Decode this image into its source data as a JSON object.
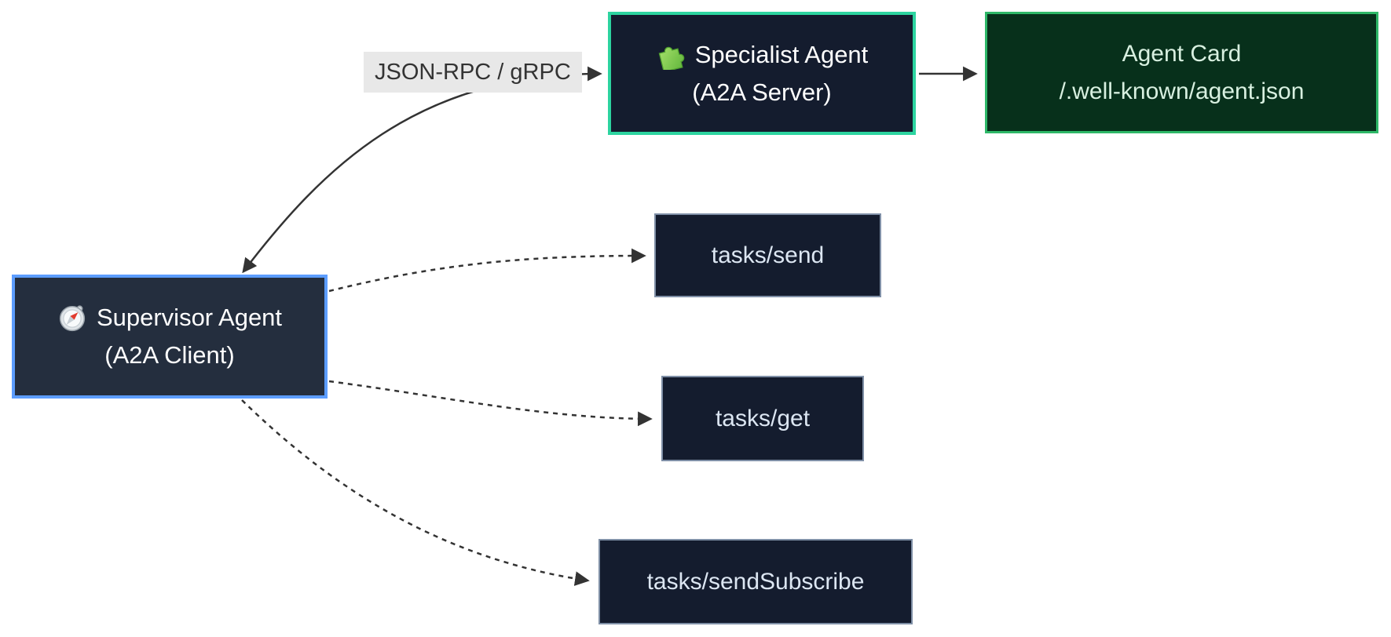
{
  "diagram": {
    "background": "#ffffff",
    "edge_color": "#333333",
    "nodes": {
      "supervisor": {
        "title": "Supervisor Agent",
        "subtitle": "(A2A Client)",
        "icon": "compass-icon",
        "fill": "#242e3e",
        "border_color": "#5c9dff",
        "text_color": "#ffffff"
      },
      "specialist": {
        "title": "Specialist Agent",
        "subtitle": "(A2A Server)",
        "icon": "puzzle-icon",
        "fill": "#141c2e",
        "border_color": "#2dd4a0",
        "text_color": "#ffffff"
      },
      "agent_card": {
        "line1": "Agent Card",
        "line2": "/.well-known/agent.json",
        "fill": "#07301b",
        "border_color": "#2eb868",
        "text_color": "#d8f0e0"
      },
      "tasks_send": {
        "label": "tasks/send"
      },
      "tasks_get": {
        "label": "tasks/get"
      },
      "tasks_send_subscribe": {
        "label": "tasks/sendSubscribe"
      },
      "task_style": {
        "fill": "#141c2e",
        "border_color": "#7f8fa6",
        "text_color": "#dce6f2"
      }
    },
    "edges": {
      "label_bg": "#e8e8e8",
      "list": [
        {
          "from": "Supervisor Agent (A2A Client)",
          "to": "Specialist Agent (A2A Server)",
          "style": "solid",
          "bidirectional": true,
          "label": "JSON-RPC / gRPC"
        },
        {
          "from": "Specialist Agent (A2A Server)",
          "to": "Agent Card /.well-known/agent.json",
          "style": "solid",
          "bidirectional": false,
          "label": ""
        },
        {
          "from": "Supervisor Agent (A2A Client)",
          "to": "tasks/send",
          "style": "dashed",
          "bidirectional": false,
          "label": ""
        },
        {
          "from": "Supervisor Agent (A2A Client)",
          "to": "tasks/get",
          "style": "dashed",
          "bidirectional": false,
          "label": ""
        },
        {
          "from": "Supervisor Agent (A2A Client)",
          "to": "tasks/sendSubscribe",
          "style": "dashed",
          "bidirectional": false,
          "label": ""
        }
      ]
    }
  }
}
